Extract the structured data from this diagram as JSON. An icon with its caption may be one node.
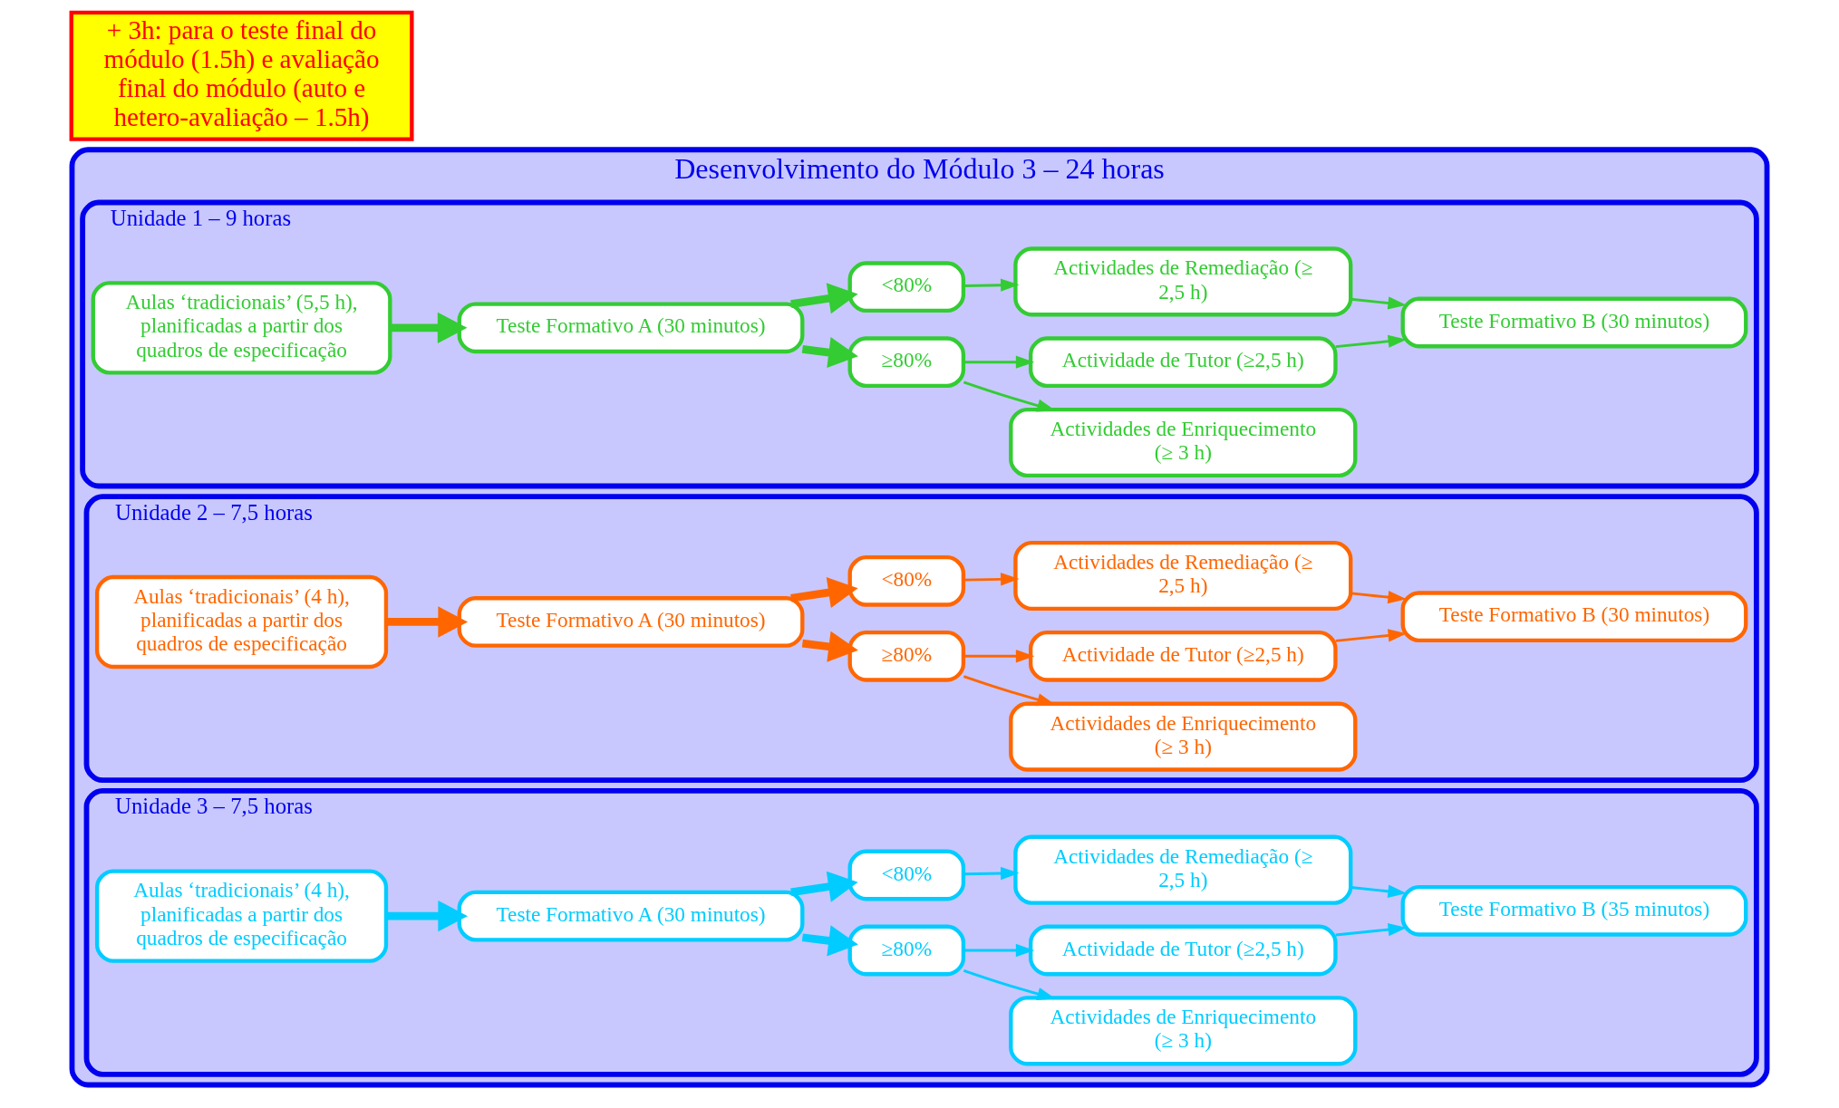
{
  "diagram": {
    "nodes": [
      {
        "text": [
          "Desenvolvimento do Módulo 3 – 24 horas"
        ]
      },
      {
        "text": [
          "Unidade 1 – 9 horas"
        ],
        "in": 0
      },
      {
        "text": [
          "Aulas ‘tradicionais’ (5,5 h), planificadas a partir dos quadros de especificação"
        ],
        "in": 1
      },
      {
        "text": [
          "Teste Formativo A (30 minutos)"
        ],
        "in": 1
      },
      {
        "text": [
          "≥80%"
        ],
        "in": 1
      },
      {
        "text": [
          "Actividades de Enriquecimento (≥ 3 h)"
        ],
        "in": 1
      },
      {
        "text": [
          "Actividade de Tutor (≥2,5 h)"
        ],
        "in": 1
      },
      {
        "text": [
          "<80%"
        ],
        "in": 1
      },
      {
        "text": [
          "Actividades de Remediação (≥ 2,5 h)"
        ],
        "in": 1
      },
      {
        "text": [
          "Teste Formativo B (30 minutos)"
        ],
        "in": 1
      },
      {
        "text": [
          "Unidade 2 – 7,5 horas"
        ],
        "in": 0
      },
      {
        "text": [
          "Aulas ‘tradicionais’ (4 h), planificadas a partir dos quadros de especificação"
        ],
        "in": 10
      },
      {
        "text": [
          "Teste Formativo A (30 minutos)"
        ],
        "in": 10
      },
      {
        "text": [
          "≥80%"
        ],
        "in": 10
      },
      {
        "text": [
          "Actividades de Enriquecimento (≥ 3 h)"
        ],
        "in": 10
      },
      {
        "text": [
          "Actividade de Tutor (≥2,5 h)"
        ],
        "in": 10
      },
      {
        "text": [
          "<80%"
        ],
        "in": 10
      },
      {
        "text": [
          "Actividades de Remediação (≥ 2,5 h)"
        ],
        "in": 10
      },
      {
        "text": [
          "Teste Formativo B (30 minutos)"
        ],
        "in": 10
      },
      {
        "text": [
          "Unidade 3 – 7,5 horas"
        ],
        "in": 0
      },
      {
        "text": [
          "Aulas ‘tradicionais’ (4 h), planificadas a partir dos quadros de especificação"
        ],
        "in": 19
      },
      {
        "text": [
          "Teste Formativo A (30 minutos)"
        ],
        "in": 19
      },
      {
        "text": [
          "≥80%"
        ],
        "in": 19
      },
      {
        "text": [
          "Actividades de Enriquecimento (≥ 3 h)"
        ],
        "in": 19
      },
      {
        "text": [
          "Actividade de Tutor (≥2,5 h)"
        ],
        "in": 19
      },
      {
        "text": [
          "<80%"
        ],
        "in": 19
      },
      {
        "text": [
          "Actividades de Remediação (≥ 2,5 h)"
        ],
        "in": 19
      },
      {
        "text": [
          "Teste Formativo B (35 minutos)"
        ],
        "in": 19
      },
      {
        "text": [
          "+ 3h: para o teste final do módulo (1.5h) e avaliação final do módulo (auto e hetero-avaliação – 1.5h)"
        ]
      }
    ],
    "edges": [
      {
        "from": 2,
        "to": 3,
        "arrow": "to",
        "style": "thick",
        "color": "#33cc33"
      },
      {
        "from": 3,
        "to": 4,
        "arrow": "to",
        "style": "thick",
        "color": "#33cc33"
      },
      {
        "from": 3,
        "to": 7,
        "arrow": "to",
        "style": "thick",
        "color": "#33cc33"
      },
      {
        "from": 4,
        "to": 5,
        "arrow": "to",
        "color": "#33cc33"
      },
      {
        "from": 4,
        "to": 6,
        "arrow": "to",
        "color": "#33cc33"
      },
      {
        "from": 6,
        "to": 9,
        "arrow": "to",
        "color": "#33cc33"
      },
      {
        "from": 7,
        "to": 8,
        "arrow": "to",
        "color": "#33cc33"
      },
      {
        "from": 8,
        "to": 9,
        "arrow": "to",
        "color": "#33cc33"
      },
      {
        "from": 11,
        "to": 12,
        "arrow": "to",
        "style": "thick",
        "color": "#ff6600"
      },
      {
        "from": 12,
        "to": 13,
        "arrow": "to",
        "style": "thick",
        "color": "#ff6600"
      },
      {
        "from": 12,
        "to": 16,
        "arrow": "to",
        "style": "thick",
        "color": "#ff6600"
      },
      {
        "from": 13,
        "to": 14,
        "arrow": "to",
        "color": "#ff6600"
      },
      {
        "from": 13,
        "to": 15,
        "arrow": "to",
        "color": "#ff6600"
      },
      {
        "from": 15,
        "to": 18,
        "arrow": "to",
        "color": "#ff6600"
      },
      {
        "from": 16,
        "to": 17,
        "arrow": "to",
        "color": "#ff6600"
      },
      {
        "from": 17,
        "to": 18,
        "arrow": "to",
        "color": "#ff6600"
      },
      {
        "from": 20,
        "to": 21,
        "arrow": "to",
        "style": "thick",
        "color": "#00ccff"
      },
      {
        "from": 21,
        "to": 22,
        "arrow": "to",
        "style": "thick",
        "color": "#00ccff"
      },
      {
        "from": 21,
        "to": 25,
        "arrow": "to",
        "style": "thick",
        "color": "#00ccff"
      },
      {
        "from": 22,
        "to": 23,
        "arrow": "to",
        "color": "#00ccff"
      },
      {
        "from": 22,
        "to": 24,
        "arrow": "to",
        "color": "#00ccff"
      },
      {
        "from": 24,
        "to": 27,
        "arrow": "to",
        "color": "#00ccff"
      },
      {
        "from": 25,
        "to": 26,
        "arrow": "to",
        "color": "#00ccff"
      },
      {
        "from": 26,
        "to": 27,
        "arrow": "to",
        "color": "#00ccff"
      }
    ]
  }
}
